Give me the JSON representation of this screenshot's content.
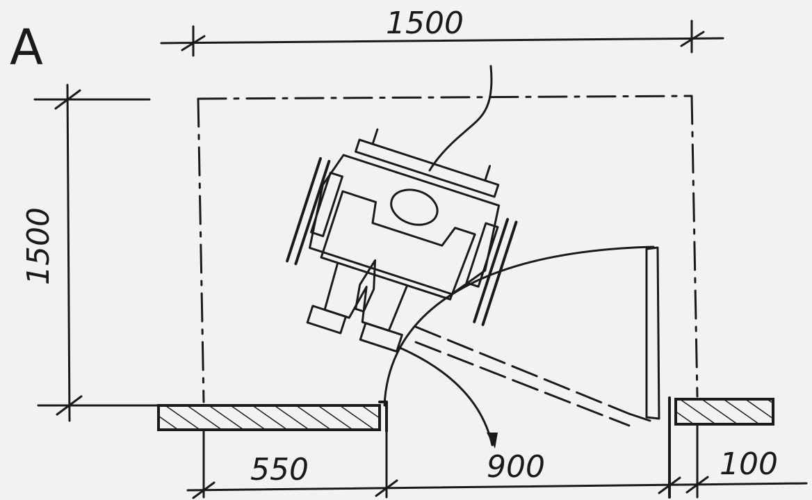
{
  "panel_label": "A",
  "dimensions": {
    "top_width": "1500",
    "left_height": "1500",
    "bottom_left": "550",
    "bottom_door": "900",
    "bottom_right": "100"
  }
}
